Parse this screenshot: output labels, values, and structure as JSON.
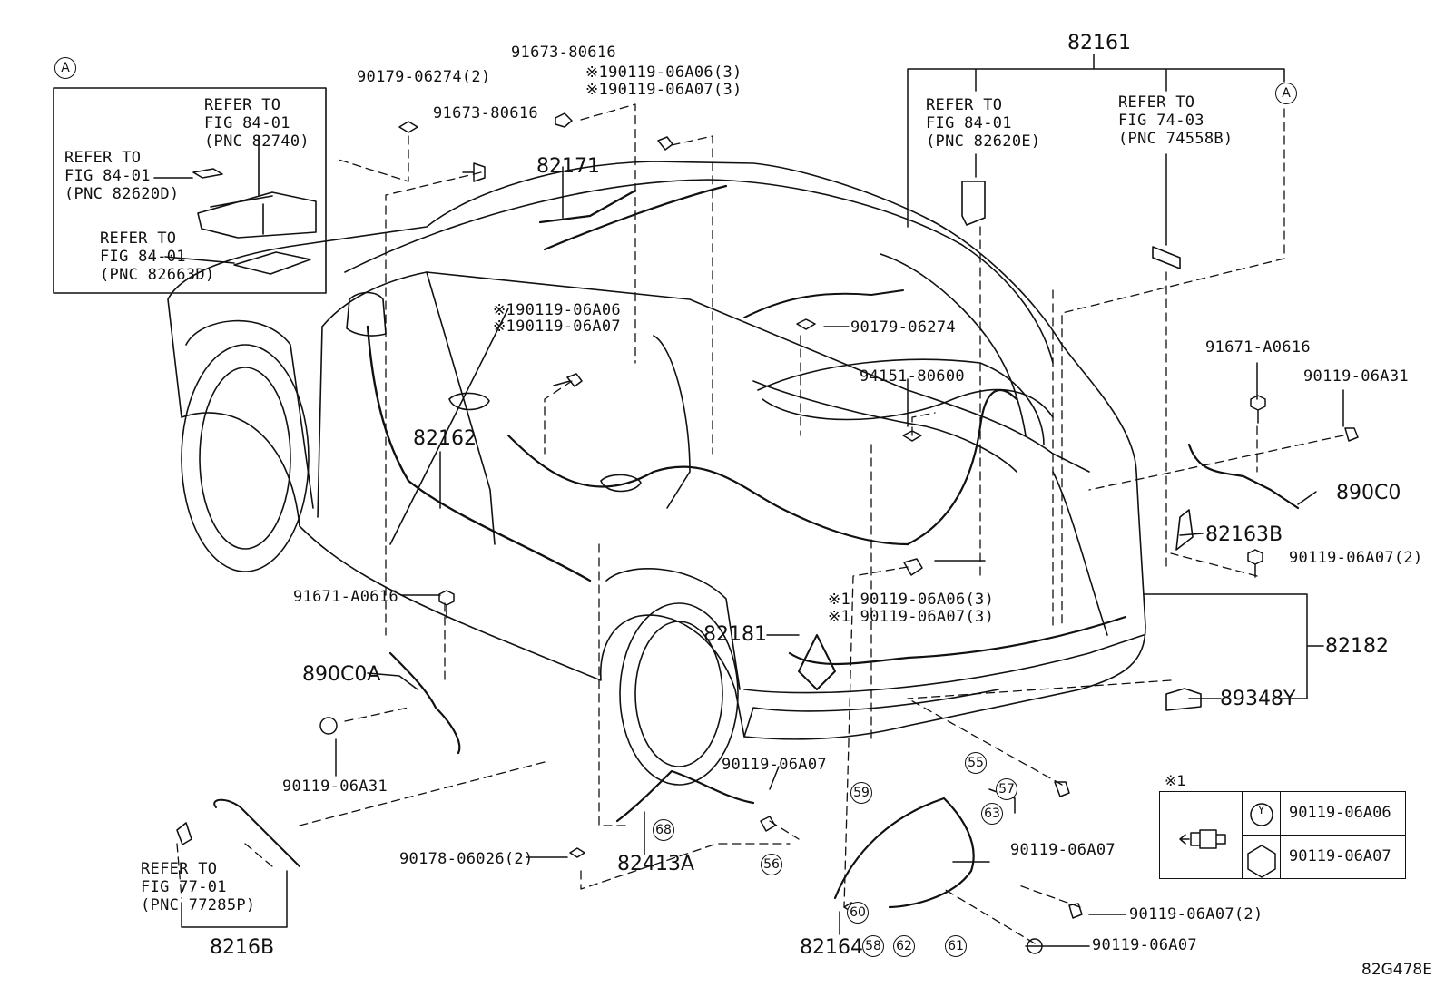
{
  "diagram_id": "82G478E",
  "inset_marker": "A",
  "inset_refs": [
    {
      "l1": "REFER TO",
      "l2": "FIG 84-01",
      "l3": "(PNC 82740)"
    },
    {
      "l1": "REFER TO",
      "l2": "FIG 84-01",
      "l3": "(PNC 82620D)"
    },
    {
      "l1": "REFER TO",
      "l2": "FIG 84-01",
      "l3": "(PNC 82663D)"
    }
  ],
  "top_refs": [
    {
      "l1": "REFER TO",
      "l2": "FIG 84-01",
      "l3": "(PNC 82620E)"
    },
    {
      "l1": "REFER TO",
      "l2": "FIG 74-03",
      "l3": "(PNC 74558B)"
    }
  ],
  "bottom_ref": {
    "l1": "REFER TO",
    "l2": "FIG 77-01",
    "l3": "(PNC 77285P)"
  },
  "parts": {
    "p82161": "82161",
    "p82171": "82171",
    "p82162": "82162",
    "p82181": "82181",
    "p82182": "82182",
    "p82163B": "82163B",
    "p890C0": "890C0",
    "p890C0A": "890C0A",
    "p89348Y": "89348Y",
    "p82413A": "82413A",
    "p82164": "82164",
    "p8216B": "8216B"
  },
  "fasteners": {
    "f1": "90179-06274(2)",
    "f2": "91673-80616",
    "f3": "91673-80616",
    "f4": "※190119-06A06(3)",
    "f5": "※190119-06A07(3)",
    "f6": "※190119-06A06",
    "f7": "※190119-06A07",
    "f8": "90179-06274",
    "f9": "94151-80600",
    "f10": "91671-A0616",
    "f11": "90119-06A31",
    "f12": "90119-06A07(2)",
    "f13": "※1 90119-06A06(3)",
    "f14": "※1 90119-06A07(3)",
    "f15": "91671-A0616",
    "f16": "90119-06A31",
    "f17": "90119-06A07",
    "f18": "90178-06026(2)",
    "f19": "90119-06A07",
    "f20": "90119-06A07(2)",
    "f21": "90119-06A07"
  },
  "callouts": {
    "c55": "55",
    "c56": "56",
    "c57": "57",
    "c58": "58",
    "c59": "59",
    "c60": "60",
    "c61": "61",
    "c62": "62",
    "c63": "63",
    "c68": "68"
  },
  "legend": {
    "marker": "※1",
    "y_symbol": "Y",
    "row1": "90119-06A06",
    "row2": "90119-06A07"
  }
}
